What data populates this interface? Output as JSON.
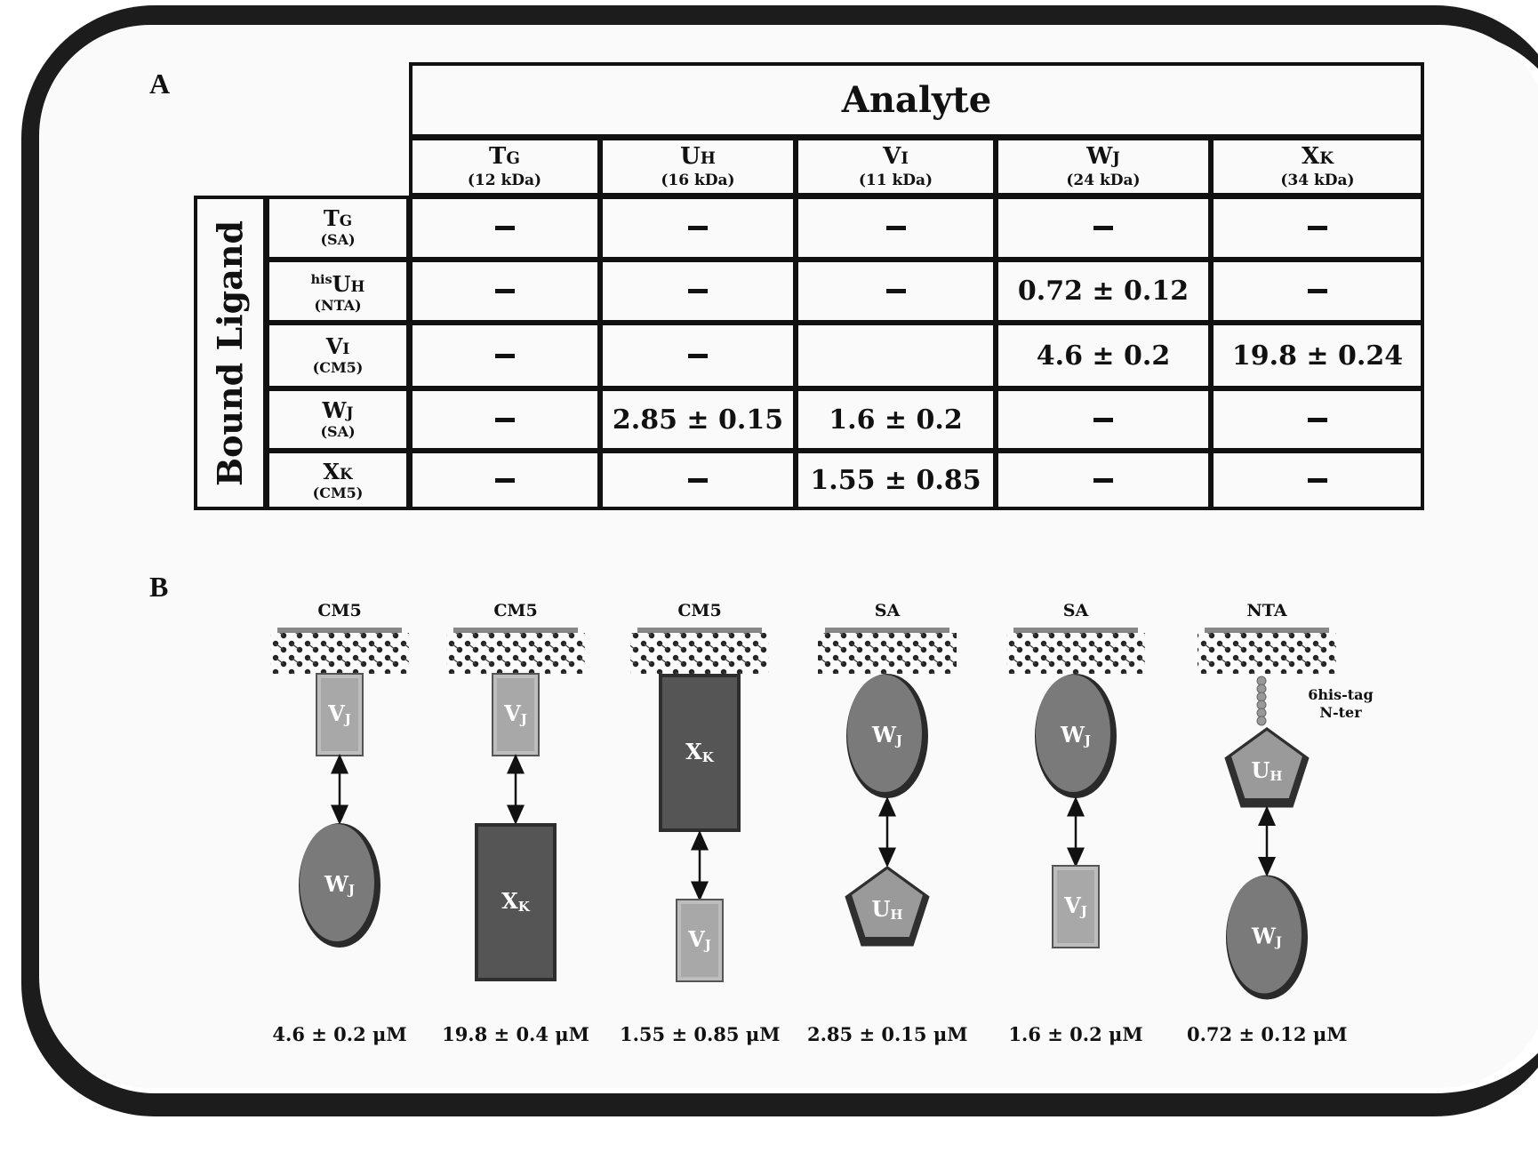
{
  "panels": {
    "a": "A",
    "b": "B"
  },
  "table": {
    "analyte_header": "Analyte",
    "bound_ligand_header": "Bound Ligand",
    "columns": [
      {
        "main": "T",
        "sub": "G",
        "size": "(12 kDa)"
      },
      {
        "main": "U",
        "sub": "H",
        "size": "(16 kDa)"
      },
      {
        "main": "V",
        "sub": "I",
        "size": "(11 kDa)"
      },
      {
        "main": "W",
        "sub": "J",
        "size": "(24 kDa)"
      },
      {
        "main": "X",
        "sub": "K",
        "size": "(34 kDa)"
      }
    ],
    "rows": [
      {
        "prefix": "",
        "main": "T",
        "sub": "G",
        "chip": "(SA)",
        "cells": [
          "–",
          "–",
          "–",
          "–",
          "–"
        ]
      },
      {
        "prefix": "his",
        "main": "U",
        "sub": "H",
        "chip": "(NTA)",
        "cells": [
          "–",
          "–",
          "–",
          "0.72 ± 0.12",
          "–"
        ]
      },
      {
        "prefix": "",
        "main": "V",
        "sub": "I",
        "chip": "(CM5)",
        "cells": [
          "–",
          "–",
          "",
          "4.6 ± 0.2",
          "19.8 ± 0.24"
        ]
      },
      {
        "prefix": "",
        "main": "W",
        "sub": "J",
        "chip": "(SA)",
        "cells": [
          "–",
          "2.85 ± 0.15",
          "1.6 ± 0.2",
          "–",
          "–"
        ]
      },
      {
        "prefix": "",
        "main": "X",
        "sub": "K",
        "chip": "(CM5)",
        "cells": [
          "–",
          "–",
          "1.55 ± 0.85",
          "–",
          "–"
        ]
      }
    ]
  },
  "diagram": {
    "assays": [
      {
        "chip": "CM5",
        "bound": {
          "shape": "small-rect",
          "main": "V",
          "sub": "J"
        },
        "analyte": {
          "shape": "ellipse",
          "main": "W",
          "sub": "J"
        },
        "kd": "4.6 ± 0.2 μM"
      },
      {
        "chip": "CM5",
        "bound": {
          "shape": "small-rect",
          "main": "V",
          "sub": "J"
        },
        "analyte": {
          "shape": "large-rect",
          "main": "X",
          "sub": "K"
        },
        "kd": "19.8 ± 0.4 μM"
      },
      {
        "chip": "CM5",
        "bound": {
          "shape": "large-rect",
          "main": "X",
          "sub": "K"
        },
        "analyte": {
          "shape": "small-rect",
          "main": "V",
          "sub": "J"
        },
        "kd": "1.55 ± 0.85 μM"
      },
      {
        "chip": "SA",
        "bound": {
          "shape": "ellipse",
          "main": "W",
          "sub": "J"
        },
        "analyte": {
          "shape": "pentagon",
          "main": "U",
          "sub": "H"
        },
        "kd": "2.85 ± 0.15 μM"
      },
      {
        "chip": "SA",
        "bound": {
          "shape": "ellipse",
          "main": "W",
          "sub": "J"
        },
        "analyte": {
          "shape": "small-rect",
          "main": "V",
          "sub": "J"
        },
        "kd": "1.6 ± 0.2 μM"
      },
      {
        "chip": "NTA",
        "bound": {
          "shape": "pentagon",
          "main": "U",
          "sub": "H"
        },
        "analyte": {
          "shape": "ellipse",
          "main": "W",
          "sub": "J"
        },
        "kd": "0.72 ± 0.12 μM"
      }
    ],
    "his_tag_label_line1": "6his-tag",
    "his_tag_label_line2": "N-ter"
  },
  "colors": {
    "frame": "#1c1c1c",
    "dark_protein": "#555555",
    "mid_protein": "#7a7a7a",
    "light_protein": "#bdbdbd",
    "arrow": "#111111"
  }
}
